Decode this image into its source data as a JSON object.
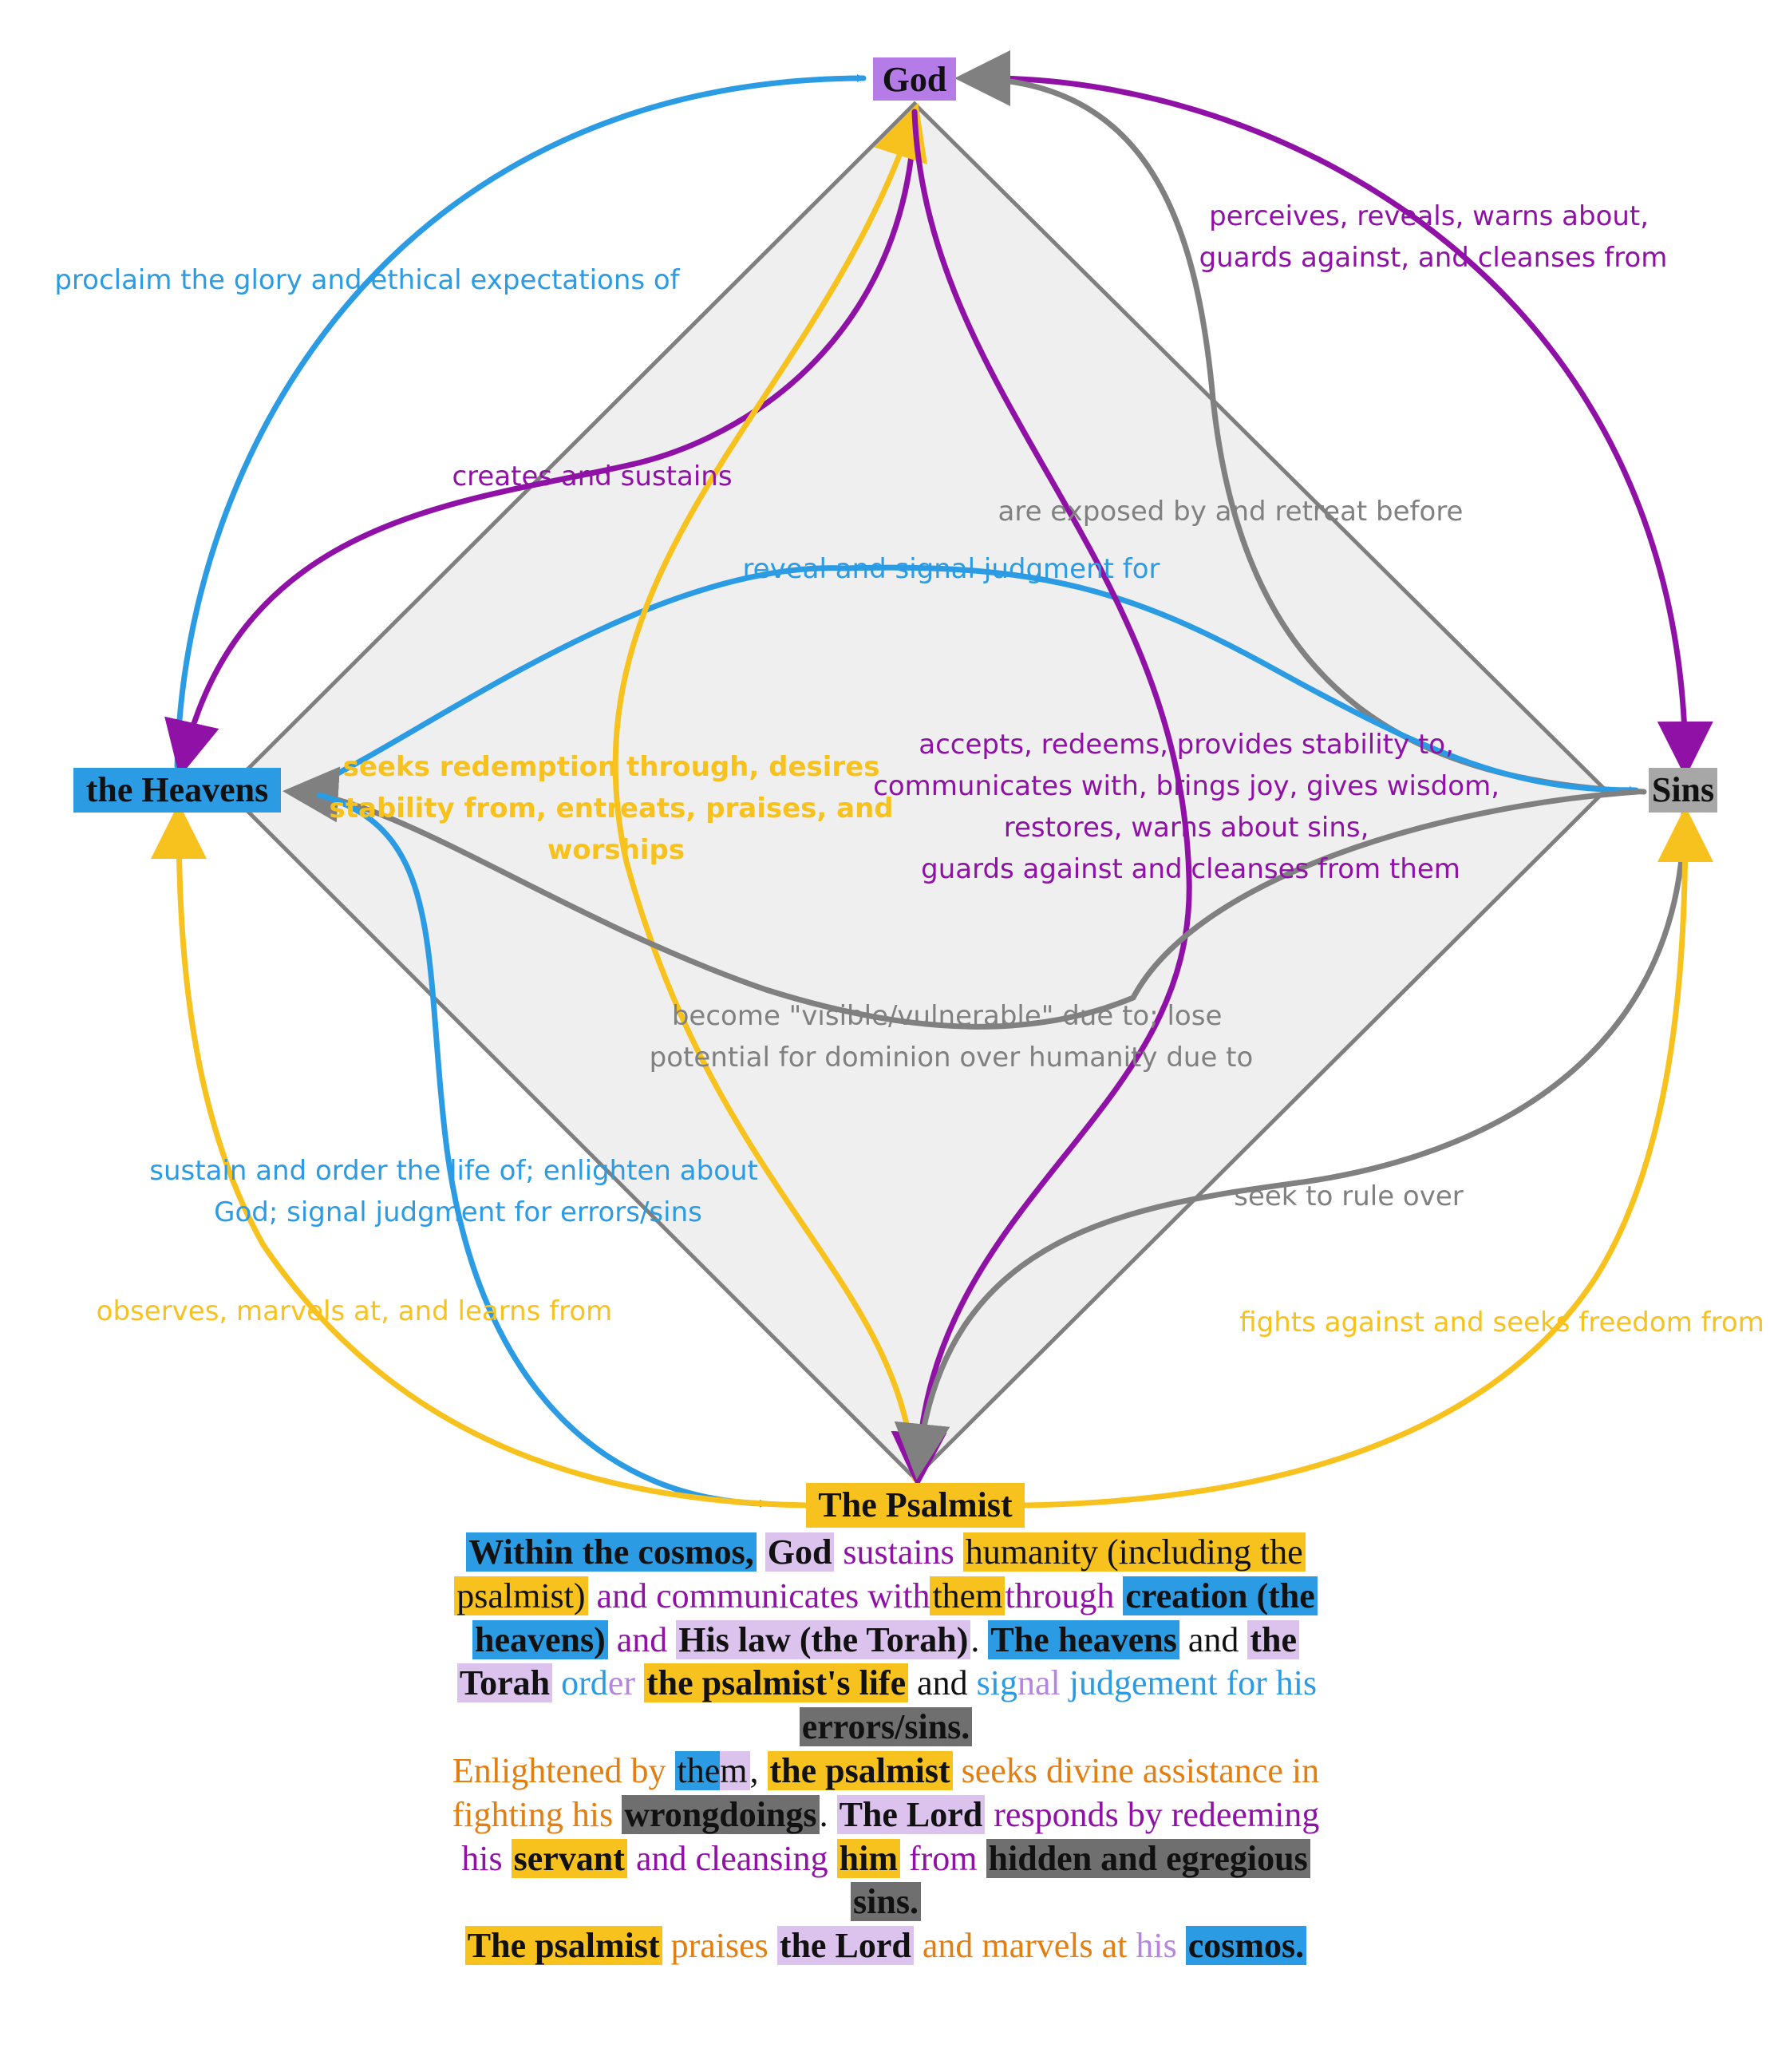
{
  "colors": {
    "god": "#b57ce8",
    "heavens": "#2b9be4",
    "sins": "#a7a7a7",
    "psalmist": "#f7c21d",
    "purple_text": "#8f11a6",
    "gray_edge": "#808080",
    "orange_text": "#e37e10",
    "diamond_fill": "#efefef"
  },
  "nodes": {
    "god": "God",
    "heavens": "the Heavens",
    "sins": "Sins",
    "psalmist": "The Psalmist"
  },
  "edges": {
    "heavens_to_god": "proclaim the glory and ethical expectations of",
    "god_to_sins": [
      "perceives, reveals, warns about,",
      "guards against, and cleanses from"
    ],
    "god_to_heavens": "creates and sustains",
    "sins_to_god": "are exposed by and retreat before",
    "heavens_to_sins": "reveal and signal judgment for",
    "psalmist_to_god": [
      "seeks redemption through, desires",
      "stability from, entreats, praises, and",
      "worships"
    ],
    "god_to_psalmist": [
      "accepts, redeems, provides stability to,",
      "communicates with, brings joy, gives wisdom,",
      "restores, warns about sins,",
      "guards against and cleanses from them"
    ],
    "sins_to_heavens": [
      "become \"visible/vulnerable\" due to; lose",
      "potential for dominion over humanity due to"
    ],
    "heavens_to_psalmist": [
      "sustain and order the life of; enlighten about",
      "God; signal judgment for errors/sins"
    ],
    "sins_to_psalmist": "seek to rule over",
    "psalmist_to_heavens": "observes, marvels at, and learns from",
    "psalmist_to_sins": "fights against and seeks freedom from"
  },
  "summary": {
    "p1": {
      "s1": "Within the cosmos,",
      "s2": "God",
      "s3": "sustains",
      "s4": "humanity (including the psalmist)",
      "s5": "and communicates with",
      "s6": "them",
      "s7": "through",
      "s8": "creation (the heavens)",
      "s9": "and",
      "s10": "His law (the Torah)",
      "s11": ".",
      "s12": "The heavens",
      "s13": "and",
      "s14": "the Torah",
      "s15a": "ord",
      "s15b": "er",
      "s16": "the psalmist's life",
      "s17": "and",
      "s18a": "sig",
      "s18b": "nal",
      "s18c": "judgement for his",
      "s19": "errors/sins."
    },
    "p2": {
      "s1": "Enlightened by",
      "s2a": "the",
      "s2b": "m",
      "s3": ",",
      "s4": "the psalmist",
      "s5": "seeks divine assistance in fighting his",
      "s6": "wrongdoings",
      "s7": ".",
      "s8": "The Lord",
      "s9": "responds by redeeming his",
      "s10": "servant",
      "s11": "and cleansing",
      "s12": "him",
      "s13": "from",
      "s14": "hidden and egregious sins."
    },
    "p3": {
      "s1": "The psalmist",
      "s2": "praises",
      "s3": "the Lord",
      "s4": "and marvels at",
      "s5": "his",
      "s6": "cosmos."
    }
  }
}
